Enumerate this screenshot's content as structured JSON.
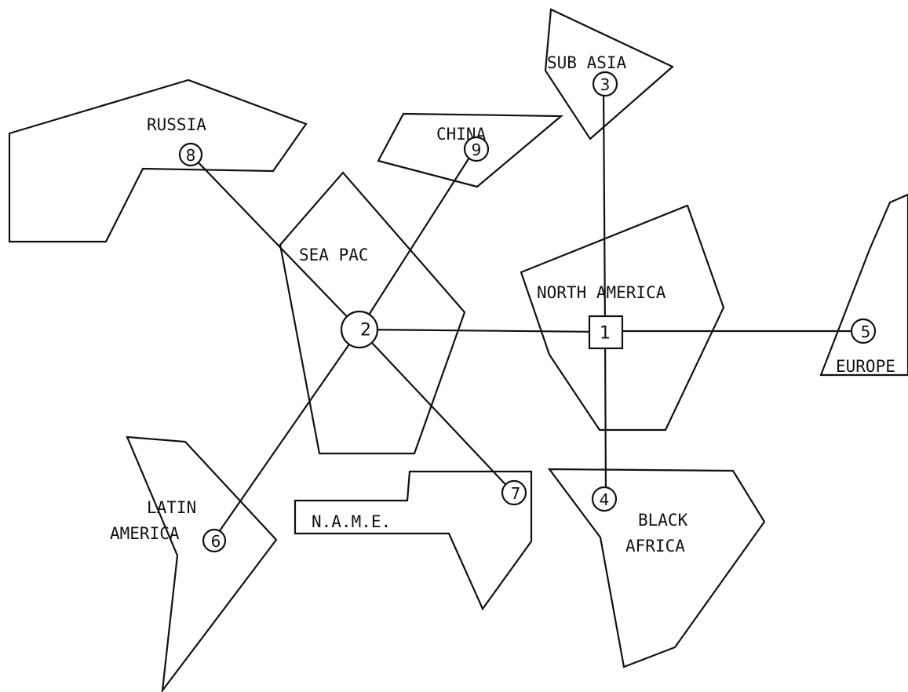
{
  "regions": {
    "russia": "RUSSIA",
    "china": "CHINA",
    "sub_asia": "SUB ASIA",
    "sea_pac": "SEA PAC",
    "north_america": "NORTH AMERICA",
    "europe": "EUROPE",
    "latin_america_1": "LATIN",
    "latin_america_2": "AMERICA",
    "name": "N.A.M.E.",
    "black_africa_1": "BLACK",
    "black_africa_2": "AFRICA"
  },
  "nodes": {
    "n1": "1",
    "n2": "2",
    "n3": "3",
    "n4": "4",
    "n5": "5",
    "n6": "6",
    "n7": "7",
    "n8": "8",
    "n9": "9"
  },
  "colors": {
    "ink": "#111111",
    "paper": "#ffffff"
  }
}
